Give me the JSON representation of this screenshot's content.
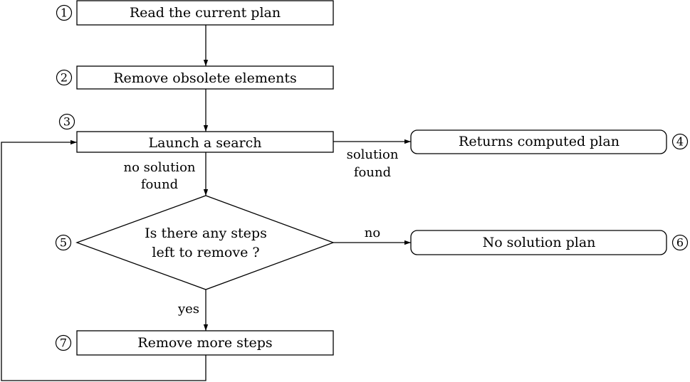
{
  "nodes": {
    "read_plan": {
      "label": "Read the current plan",
      "marker": "1"
    },
    "remove_obsolete": {
      "label": "Remove obsolete elements",
      "marker": "2"
    },
    "launch_search": {
      "label": "Launch a search",
      "marker": "3"
    },
    "returns_plan": {
      "label": "Returns computed plan",
      "marker": "4"
    },
    "decision": {
      "label_line1": "Is there any steps",
      "label_line2": "left to remove ?",
      "marker": "5"
    },
    "no_solution": {
      "label": "No solution plan",
      "marker": "6"
    },
    "remove_more": {
      "label": "Remove more steps",
      "marker": "7"
    }
  },
  "edges": {
    "solution_found": {
      "line1": "solution",
      "line2": "found"
    },
    "no_solution_found": {
      "line1": "no solution",
      "line2": "found"
    },
    "no": "no",
    "yes": "yes"
  }
}
